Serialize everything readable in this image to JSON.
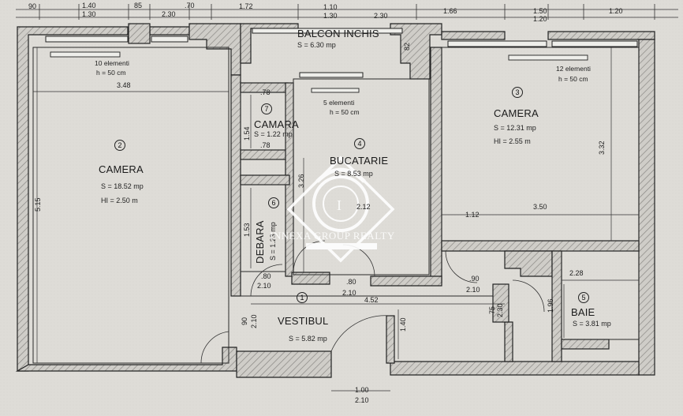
{
  "rooms": {
    "balcon": {
      "name": "BALCON INCHIS",
      "area": "S = 6.30 mp"
    },
    "camera_left": {
      "num": "2",
      "name": "CAMERA",
      "area": "S = 18.52 mp",
      "height": "HI = 2.50 m"
    },
    "camera_right": {
      "num": "3",
      "name": "CAMERA",
      "area": "S = 12.31 mp",
      "height": "HI = 2.55 m"
    },
    "bucatarie": {
      "num": "4",
      "name": "BUCATARIE",
      "area": "S = 8.53 mp"
    },
    "camara": {
      "num": "7",
      "name": "CAMARA",
      "area": "S = 1.22 mp"
    },
    "debara": {
      "num": "6",
      "name": "DEBARA",
      "area": "S = 1.23 mp"
    },
    "vestibul": {
      "num": "1",
      "name": "VESTIBUL",
      "area": "S = 5.82 mp"
    },
    "baie": {
      "num": "5",
      "name": "BAIE",
      "area": "S = 3.81 mp"
    }
  },
  "radiators": {
    "left": {
      "elements": "10 elementi",
      "height": "h = 50 cm"
    },
    "kitchen": {
      "elements": "5 elementi",
      "height": "h = 50 cm"
    },
    "right": {
      "elements": "12 elementi",
      "height": "h = 50 cm"
    }
  },
  "dimensions": {
    "top_row": [
      "90",
      "1.40",
      "1.30",
      "85",
      "2.30",
      ".70",
      "1.72",
      "1.10",
      "1.30",
      "2.30",
      "1.66",
      "1.50",
      "1.20",
      "1.20"
    ],
    "left_width": "3.48",
    "left_height": "5.15",
    "camara_w1": ".78",
    "camara_h": "1.54",
    "camara_w2": ".78",
    "kitchen_h": "3.26",
    "kitchen_w": "2.12",
    "debara_h": "1.53",
    "right_w1": "1.12",
    "right_w2": "3.50",
    "right_h": "3.32",
    "right_stub": "82",
    "baie_w": "2.28",
    "baie_h": "1.96",
    "door_80_a": ".80",
    "door_210_a": "2.10",
    "door_80_b": ".80",
    "door_210_b": "2.10",
    "door_90": ".90",
    "door_210_c": "2.10",
    "vest_w": "4.52",
    "vest_h": "1.40",
    "vest_left_a": "90",
    "vest_left_b": "2.10",
    "baie_door_a": "75",
    "baie_door_b": "2.30",
    "entry_a": "1.00",
    "entry_b": "2.10"
  },
  "watermark": {
    "brand": "INNEXA GROUP REALTY",
    "logo_letter": "I"
  }
}
